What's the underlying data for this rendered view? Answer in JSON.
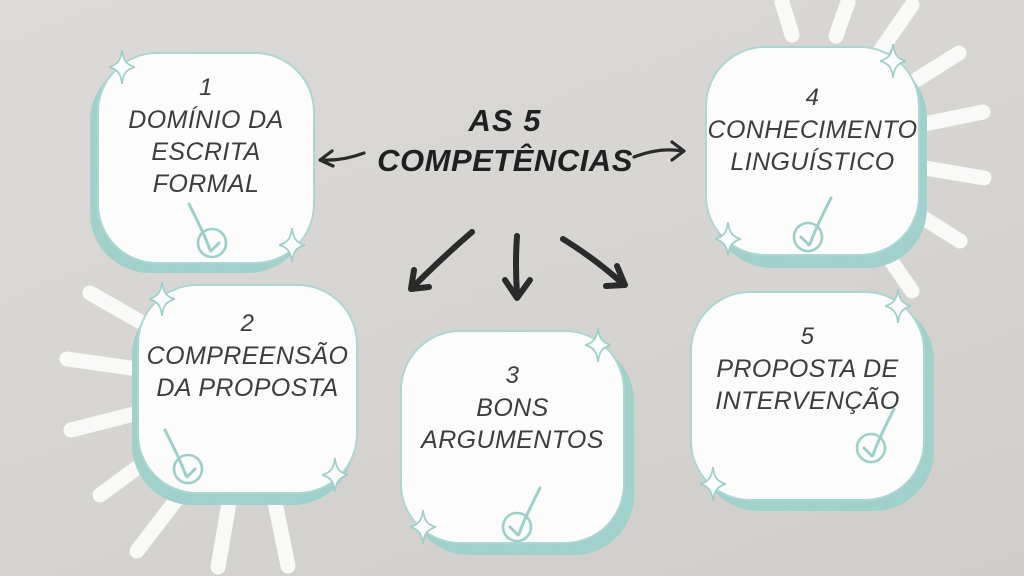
{
  "title": {
    "line1": "AS 5",
    "line2": "COMPETÊNCIAS"
  },
  "nodes": [
    {
      "number": "1",
      "lines": [
        "DOMÍNIO DA",
        "ESCRITA FORMAL"
      ]
    },
    {
      "number": "2",
      "lines": [
        "COMPREENSÃO",
        "DA PROPOSTA"
      ]
    },
    {
      "number": "3",
      "lines": [
        "BONS",
        "ARGUMENTOS"
      ]
    },
    {
      "number": "4",
      "lines": [
        "CONHECIMENTO",
        "LINGUÍSTICO"
      ]
    },
    {
      "number": "5",
      "lines": [
        "PROPOSTA DE",
        "INTERVENÇÃO"
      ]
    }
  ],
  "icons": {
    "check": "check-circle-icon",
    "sparkle": "sparkle-icon",
    "rays": "sunburst-rays"
  },
  "colors": {
    "background": "#d7d5d2",
    "teal_border": "#abd7d2",
    "teal_shadow": "#9fd1cb",
    "card": "#fdfefd",
    "ink": "#252525",
    "text": "#383838",
    "ray": "#fbfbfa"
  }
}
